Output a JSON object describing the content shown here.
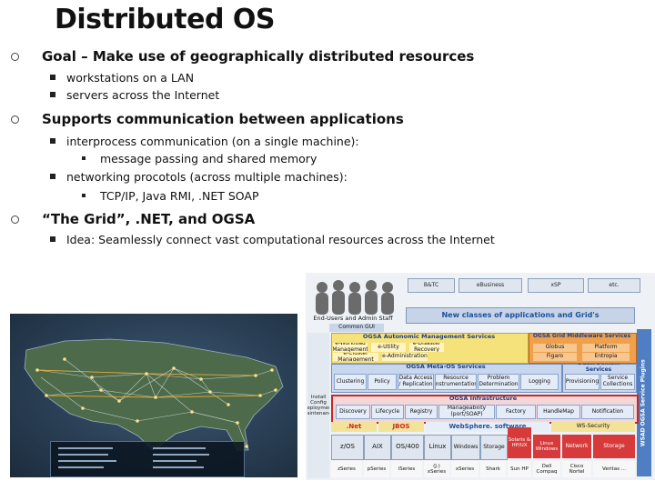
{
  "title": "Distributed OS",
  "bullets": [
    {
      "text": "Goal – Make use of geographically distributed resources",
      "sub": [
        {
          "text": "workstations on a LAN"
        },
        {
          "text": "servers across the Internet"
        }
      ]
    },
    {
      "text": "Supports communication between applications",
      "sub": [
        {
          "text": "interprocess communication (on a single machine):",
          "sub": [
            "message passing and shared memory"
          ]
        },
        {
          "text": "networking procotols (across multiple machines):",
          "sub": [
            "TCP/IP, Java RMI, .NET SOAP"
          ]
        }
      ]
    },
    {
      "text": "“The Grid”, .NET, and OGSA",
      "sub": [
        {
          "text": "Idea: Seamlessly connect vast computational resources across the Internet"
        }
      ]
    }
  ],
  "diagram": {
    "top_labels": [
      "B&TC",
      "eBusiness",
      "xSP",
      "etc."
    ],
    "end_users": "End-Users and Admin Staff",
    "new_classes": "New classes of applications and Grid's",
    "common_gui": "Common GUI",
    "autonomic": "OGSA Autonomic Management Services",
    "middleware": "OGSA Grid Middleware Services",
    "meta_os": "OGSA Meta-OS Services",
    "domain": "OGSA Domain Services",
    "infrastructure": "OGSA Infrastructure",
    "install": "Install Config Deployment Maintenance",
    "auto_items": [
      "e-Workload Management",
      "e-Utility",
      "e-Disaster Recovery",
      "e-Cluster Management",
      "e-Administration"
    ],
    "mw_items": [
      "Globus",
      "Platform",
      "Figaro",
      "Entropia"
    ],
    "meta_items": [
      "Clustering",
      "Policy",
      "Data Access / Replication",
      "Resource Instrumentation",
      "Problem Determination",
      "Logging"
    ],
    "domain_items": [
      "Provisioning",
      "Service Collections"
    ],
    "infra_items": [
      "Discovery",
      "Lifecycle",
      "Registry",
      "Manageability (port/SOAP)",
      "Factory",
      "HandleMap",
      "Notification"
    ],
    "ws_row": [
      ".Net",
      "JBOS",
      "WebSphere. software",
      "WS-Security"
    ],
    "os_row": [
      "z/OS",
      "AIX",
      "OS/400",
      "Linux",
      "Windows",
      "Storage",
      "Solaris & HP/UX",
      "Linux Windows",
      "Network",
      "Storage"
    ],
    "hw_row": [
      "zSeries",
      "pSeries",
      "iSeries",
      "(J.) xSeries",
      "xSeries",
      "Shark",
      "Sun HP",
      "Dell Compaq",
      "Cisco Nortel",
      "Veritas ..."
    ],
    "side_label": "WSAD OGSA Service Plugins"
  },
  "colors": {
    "autonomic_bg": "#f6e27a",
    "middleware_bg": "#f0a04b",
    "meta_bg": "#c9d7ee",
    "infra_bg": "#f4d6d6",
    "infra_border": "#c62828",
    "header_blue": "#2f6db5",
    "side_blue": "#4f7fc2",
    "red_os": "#d73a3a",
    "yellow_row": "#f3e39a"
  }
}
